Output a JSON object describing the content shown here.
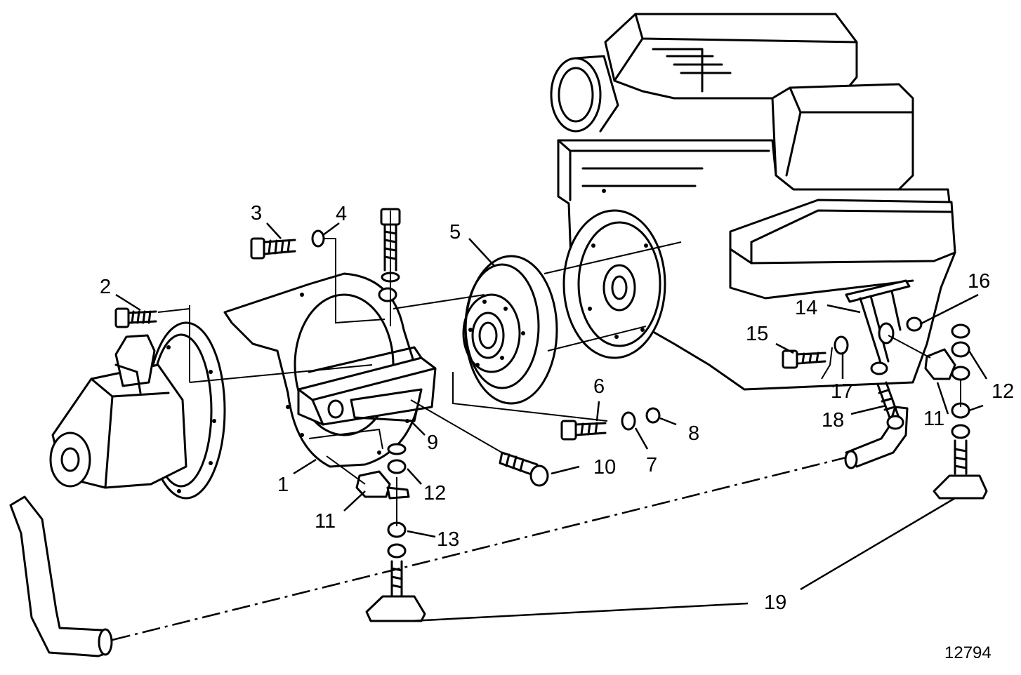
{
  "figure_id": "12794",
  "callouts": [
    {
      "label": "1"
    },
    {
      "label": "2"
    },
    {
      "label": "3"
    },
    {
      "label": "4"
    },
    {
      "label": "5"
    },
    {
      "label": "6"
    },
    {
      "label": "7"
    },
    {
      "label": "8"
    },
    {
      "label": "9"
    },
    {
      "label": "10"
    },
    {
      "label": "11"
    },
    {
      "label": "11"
    },
    {
      "label": "12"
    },
    {
      "label": "12"
    },
    {
      "label": "13"
    },
    {
      "label": "14"
    },
    {
      "label": "15"
    },
    {
      "label": "16"
    },
    {
      "label": "17"
    },
    {
      "label": "18"
    },
    {
      "label": "19"
    }
  ]
}
